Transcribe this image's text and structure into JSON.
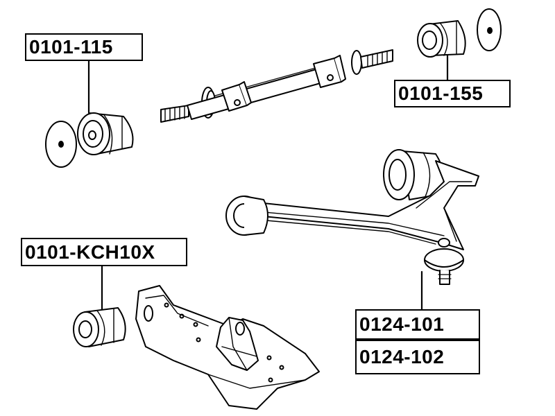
{
  "labels": {
    "bushing_front": "0101-115",
    "bushing_rear": "0101-155",
    "bushing_lower": "0101-KCH10X",
    "arm_left": "0124-101",
    "arm_right": "0124-102"
  },
  "colors": {
    "line": "#000000",
    "fill": "#ffffff",
    "shade": "#bdbdbd"
  }
}
